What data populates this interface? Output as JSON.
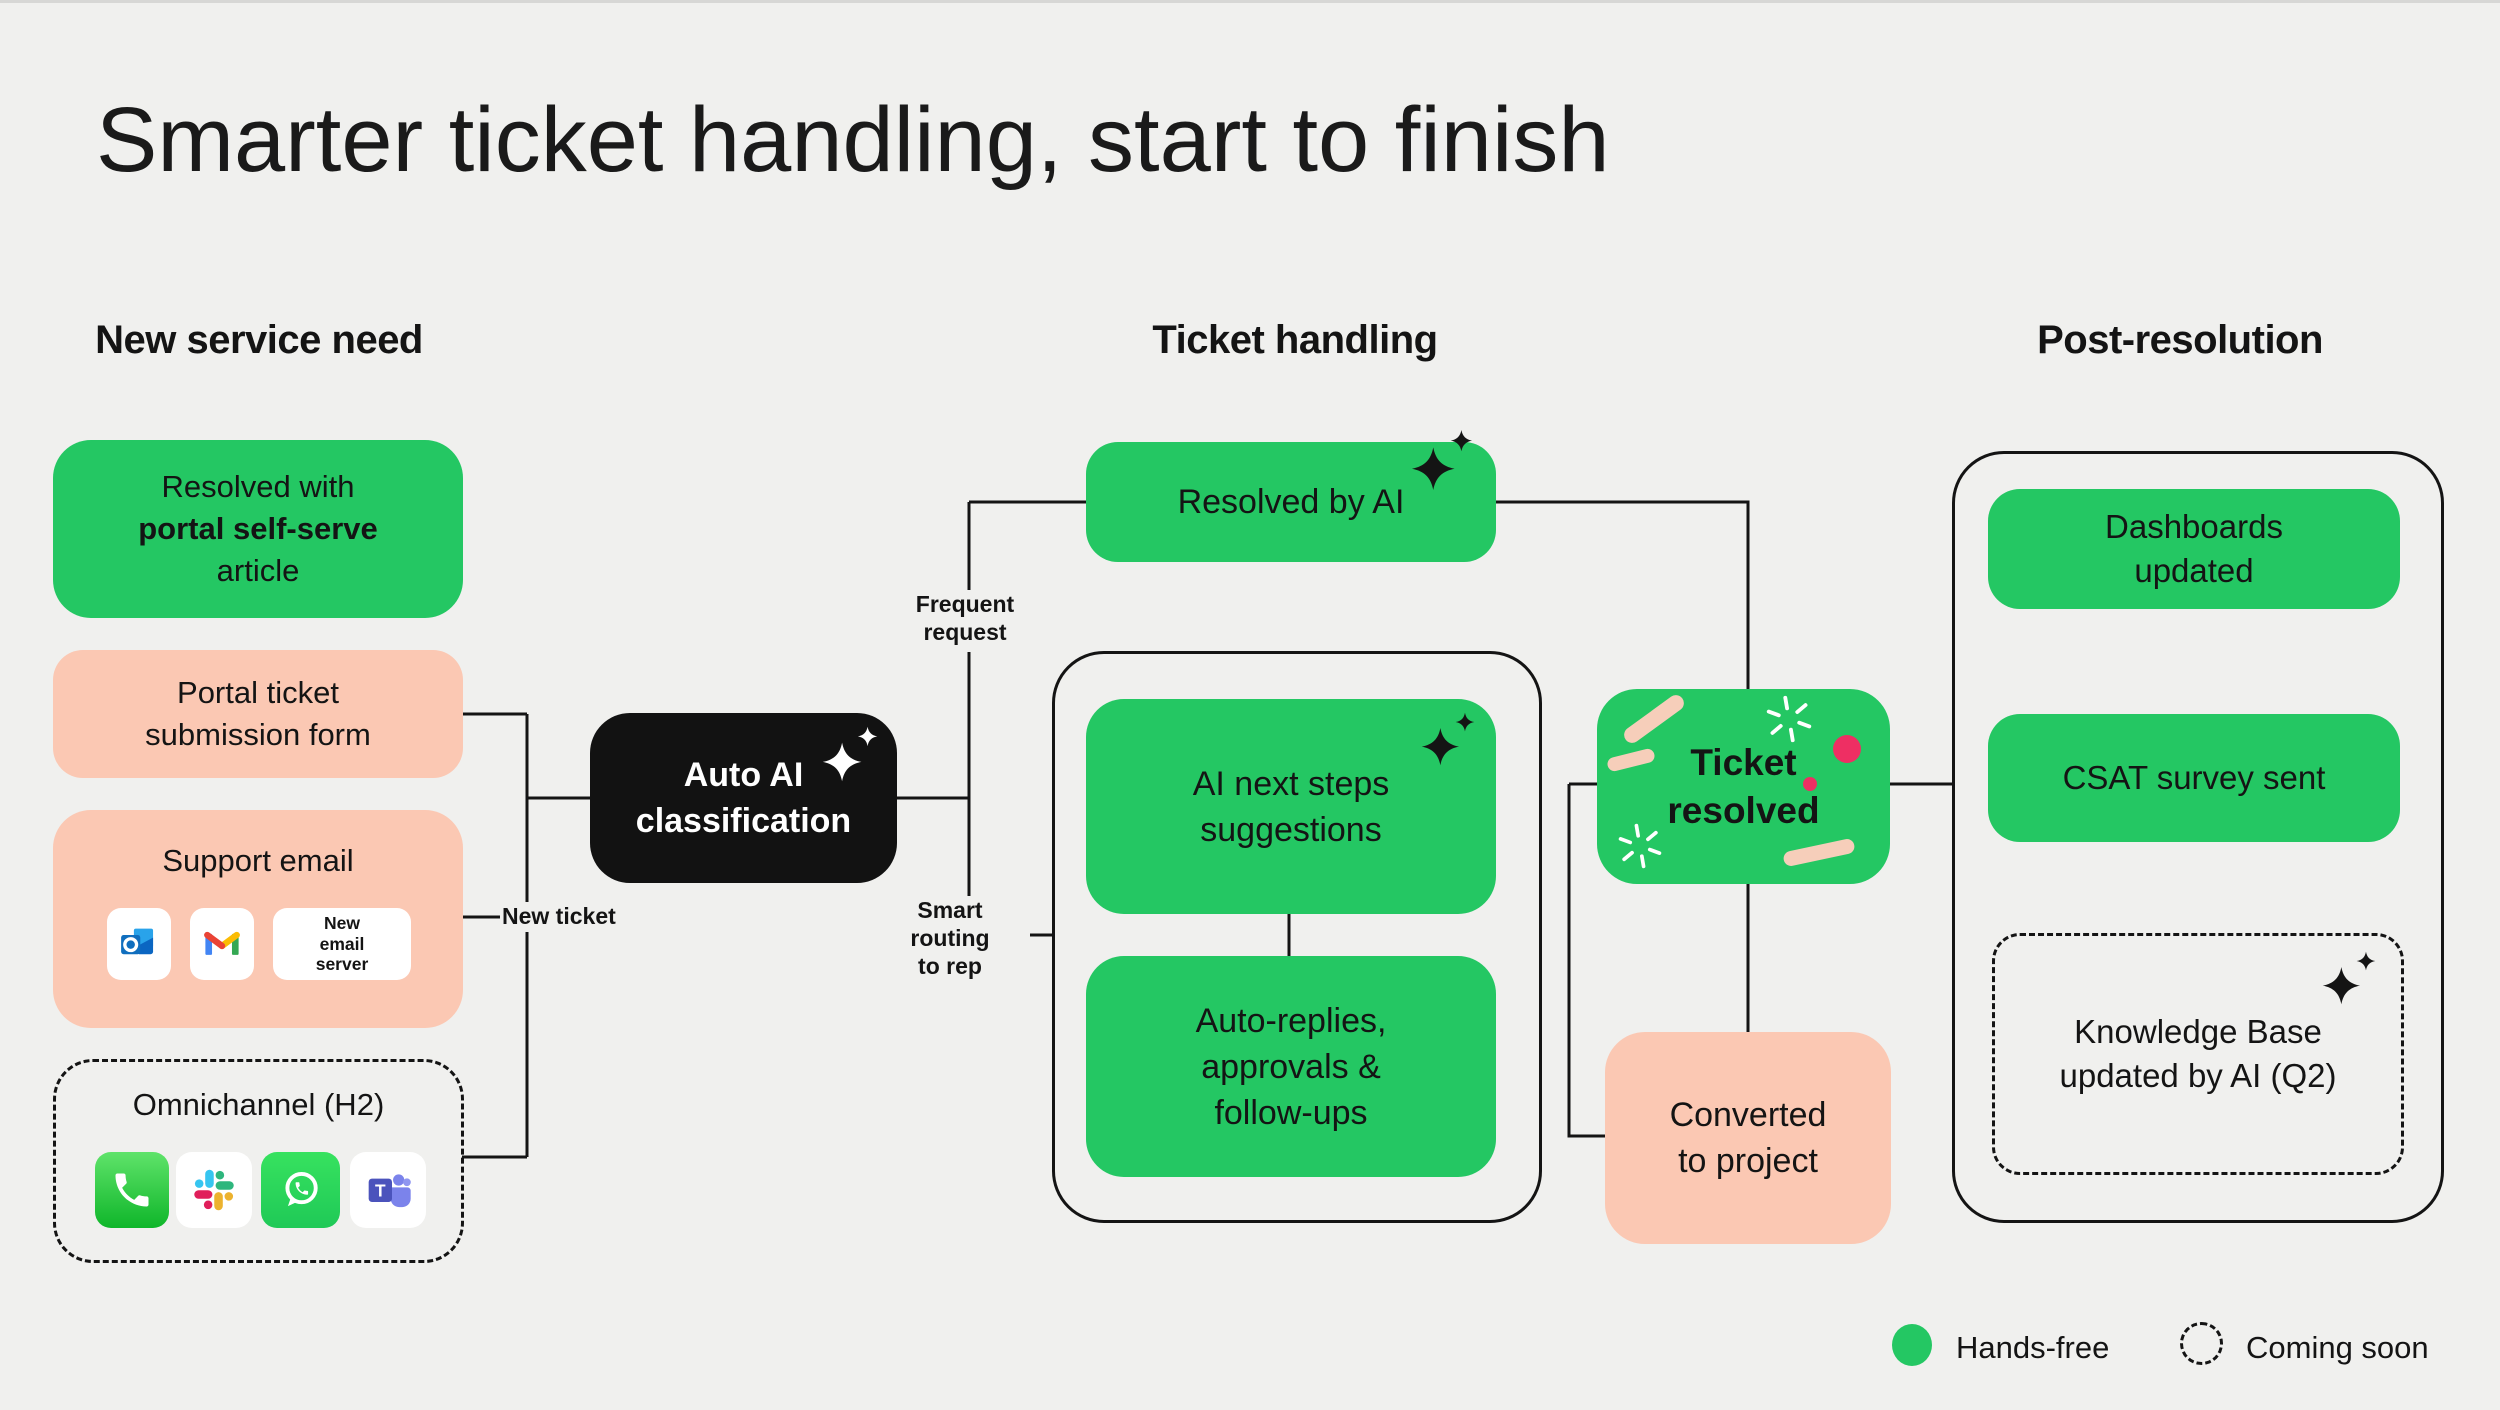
{
  "title": "Smarter ticket handling, start to finish",
  "headers": {
    "col1": "New service need",
    "col2": "Ticket handling",
    "col3": "Post-resolution"
  },
  "nodes": {
    "portal_article": {
      "l1": "Resolved with",
      "l2": "portal self-serve",
      "l3": "article"
    },
    "portal_form": {
      "l1": "Portal ticket",
      "l2": "submission form"
    },
    "support_email": {
      "title": "Support email",
      "server": {
        "l1": "New",
        "l2": "email",
        "l3": "server"
      }
    },
    "omnichannel": {
      "title": "Omnichannel (H2)"
    },
    "auto_ai": {
      "l1": "Auto AI",
      "l2": "classification"
    },
    "resolved_by_ai": {
      "label": "Resolved by AI"
    },
    "ai_next_steps": {
      "l1": "AI next steps",
      "l2": "suggestions"
    },
    "auto_replies": {
      "l1": "Auto-replies,",
      "l2": "approvals &",
      "l3": "follow-ups"
    },
    "ticket_resolved": {
      "l1": "Ticket",
      "l2": "resolved"
    },
    "converted": {
      "l1": "Converted",
      "l2": "to project"
    },
    "dashboards": {
      "l1": "Dashboards",
      "l2": "updated"
    },
    "csat": {
      "label": "CSAT survey sent"
    },
    "knowledge_base": {
      "l1": "Knowledge Base",
      "l2": "updated by AI (Q2)"
    }
  },
  "edge_labels": {
    "frequent": {
      "l1": "Frequent",
      "l2": "request"
    },
    "smart": {
      "l1": "Smart",
      "l2": "routing",
      "l3": "to rep"
    },
    "new_ticket": "New ticket"
  },
  "legend": {
    "hands_free": "Hands-free",
    "coming_soon": "Coming soon"
  },
  "icons": {
    "outlook": "outlook-icon",
    "gmail": "gmail-icon",
    "phone": "phone-icon",
    "slack": "slack-icon",
    "whatsapp": "whatsapp-icon",
    "teams": "teams-icon",
    "ai_sparkle": "sparkle-icon",
    "starburst": "starburst-icon"
  },
  "colors": {
    "background": "#f0f0ee",
    "green": "#24c763",
    "pink": "#fbc8b3",
    "black": "#141414",
    "confetti_stick": "#f6ceba",
    "confetti_dot": "#ee2f63"
  }
}
